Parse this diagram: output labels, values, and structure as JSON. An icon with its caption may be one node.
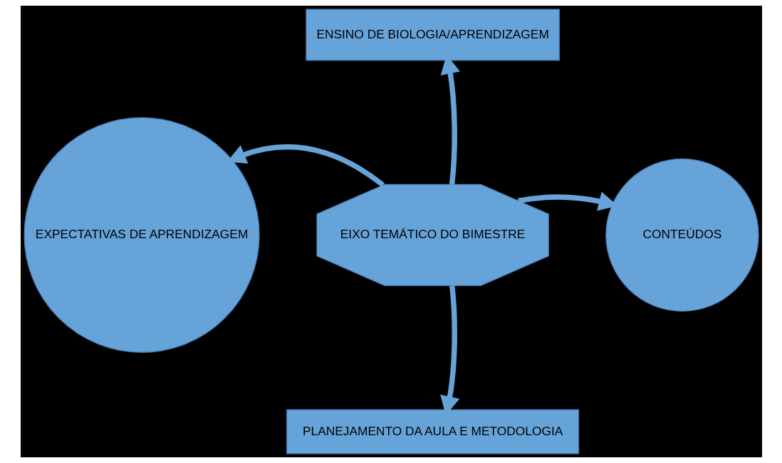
{
  "diagram": {
    "nodes": [
      {
        "text": [
          "ENSINO DE BIOLOGIA/APRENDIZAGEM"
        ]
      },
      {
        "text": [
          "EXPECTATIVAS DE APRENDIZAGEM"
        ]
      },
      {
        "text": [
          "EIXO TEMÁTICO DO BIMESTRE"
        ]
      },
      {
        "text": [
          "CONTEÚDOS"
        ]
      },
      {
        "text": [
          "PLANEJAMENTO DA AULA E METODOLOGIA"
        ]
      }
    ],
    "edges": [
      {
        "from": 2,
        "to": 0,
        "arrow": "to"
      },
      {
        "from": 2,
        "to": 1,
        "arrow": "to"
      },
      {
        "from": 2,
        "to": 3,
        "arrow": "to"
      },
      {
        "from": 2,
        "to": 4,
        "arrow": "to"
      }
    ]
  }
}
